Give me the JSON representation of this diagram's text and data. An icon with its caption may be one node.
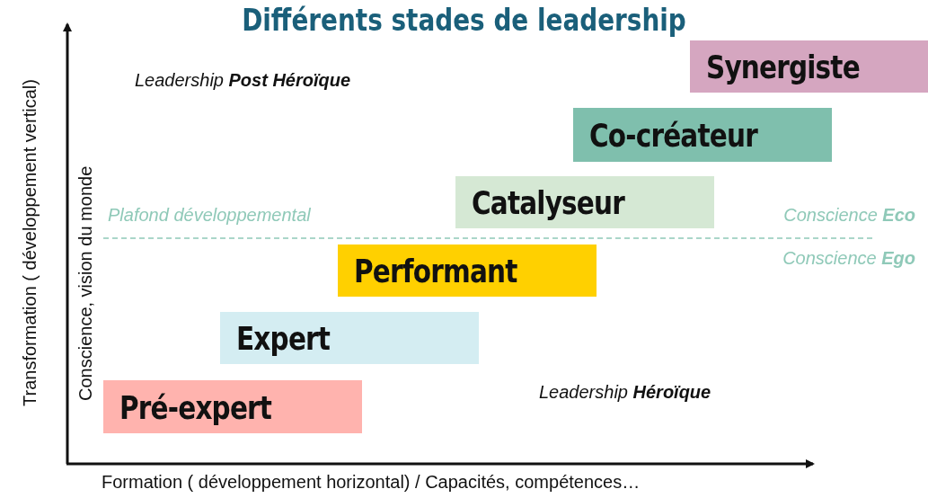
{
  "diagram": {
    "title": "Différents stades de leadership",
    "nodes": [
      {
        "text": [
          "Synergiste"
        ]
      },
      {
        "text": [
          "Co-créateur"
        ]
      },
      {
        "text": [
          "Catalyseur"
        ]
      },
      {
        "text": [
          "Performant"
        ]
      },
      {
        "text": [
          "Expert"
        ]
      },
      {
        "text": [
          "Pré-expert"
        ]
      }
    ],
    "labels": [
      "Leadership **Post Héroïque**",
      "Plafond développemental",
      "Conscience **Eco**",
      "Conscience **Ego**",
      "Leadership **Héroïque**",
      "Transformation ( développement vertical)",
      "Conscience, vision du monde",
      "Formation ( développement horizontal) / Capacités, compétences…"
    ]
  }
}
